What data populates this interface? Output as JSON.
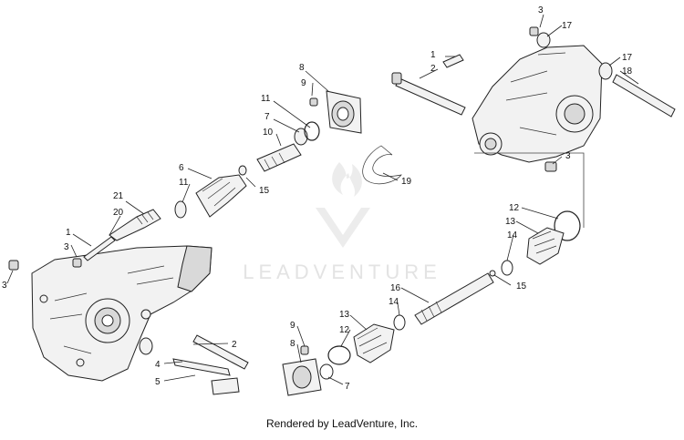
{
  "watermark": {
    "text": "LEADVENTURE"
  },
  "footer": {
    "caption": "Rendered by LeadVenture, Inc."
  },
  "callouts": {
    "c1": "1",
    "c2": "2",
    "c3": "3",
    "c4": "4",
    "c5": "5",
    "c6": "6",
    "c7": "7",
    "c8": "8",
    "c9": "9",
    "c10": "10",
    "c11": "11",
    "c12": "12",
    "c13": "13",
    "c14": "14",
    "c15": "15",
    "c16": "16",
    "c17": "17",
    "c18": "18",
    "c19": "19",
    "c20": "20",
    "c21": "21"
  }
}
